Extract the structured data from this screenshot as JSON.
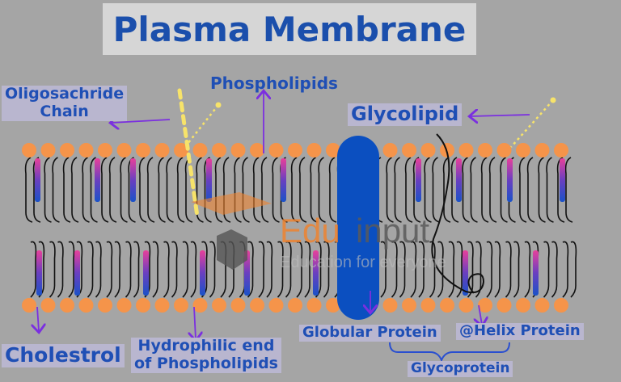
{
  "title": "Plasma Membrane",
  "labels": {
    "oligosaccharide": [
      "Oligosachride",
      "Chain"
    ],
    "phospholipids": "Phospholipids",
    "glycolipid": "Glycolipid",
    "cholesterol": "Cholestrol",
    "hydrophilic": [
      "Hydrophilic end",
      "of Phospholipids"
    ],
    "globular": "Globular Protein",
    "helix": "@Helix Protein",
    "glycoprotein": "Glycoprotein"
  },
  "watermark": {
    "brand_a": "Edu",
    "brand_b": "input",
    "tagline": "Education for everyone"
  },
  "colors": {
    "background": "#a5a5a5",
    "head": "#f5944a",
    "protein": "#0b4fc0",
    "arrow": "#7b2fe0",
    "label_text": "#1f4fb5",
    "chain": "#f7e36a"
  }
}
